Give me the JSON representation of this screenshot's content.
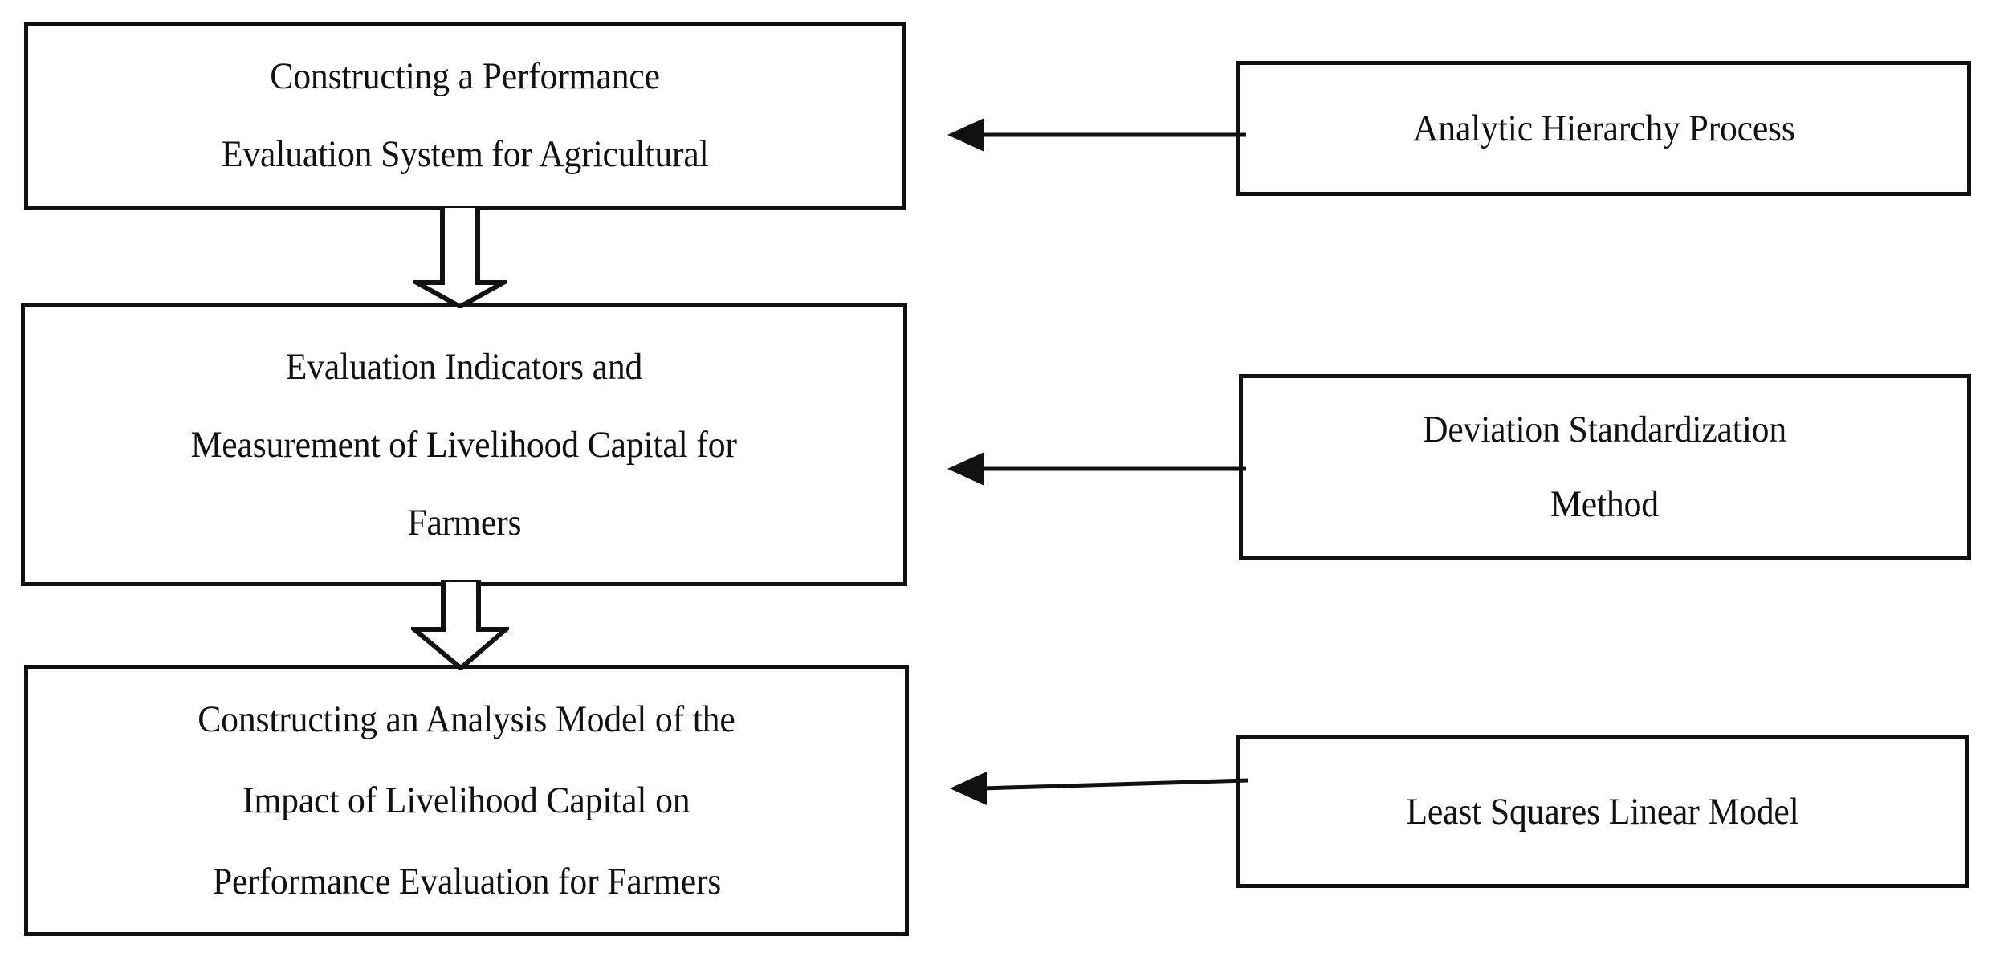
{
  "diagram": {
    "title": "Research Framework Flowchart",
    "background_color": "#ffffff",
    "stroke_color": "#111111"
  },
  "main_boxes": [
    {
      "id": "construct-system",
      "lines": [
        "Constructing a Performance",
        "Evaluation System for Agricultural"
      ]
    },
    {
      "id": "indicators",
      "lines": [
        "Evaluation Indicators and",
        "Measurement of Livelihood Capital for",
        "Farmers"
      ]
    },
    {
      "id": "analysis-model",
      "lines": [
        "Constructing an Analysis Model of the",
        "Impact of Livelihood Capital on",
        "Performance Evaluation for Farmers"
      ]
    }
  ],
  "method_boxes": [
    {
      "id": "ahp",
      "lines": [
        "Analytic Hierarchy Process"
      ]
    },
    {
      "id": "deviation",
      "lines": [
        "Deviation Standardization",
        "Method"
      ]
    },
    {
      "id": "least-squares",
      "lines": [
        "Least Squares Linear Model"
      ]
    }
  ],
  "connectors": {
    "down_arrows": [
      {
        "id": "down-arrow-1",
        "from": "construct-system",
        "to": "indicators",
        "style": "hollow-block-arrow"
      },
      {
        "id": "down-arrow-2",
        "from": "indicators",
        "to": "analysis-model",
        "style": "hollow-block-arrow"
      }
    ],
    "line_arrows": [
      {
        "id": "line-arrow-ahp",
        "from": "ahp",
        "to": "construct-system",
        "style": "solid-line-filled-head"
      },
      {
        "id": "line-arrow-deviation",
        "from": "deviation",
        "to": "indicators",
        "style": "solid-line-filled-head"
      },
      {
        "id": "line-arrow-least-squares",
        "from": "least-squares",
        "to": "analysis-model",
        "style": "solid-line-filled-head"
      }
    ]
  }
}
